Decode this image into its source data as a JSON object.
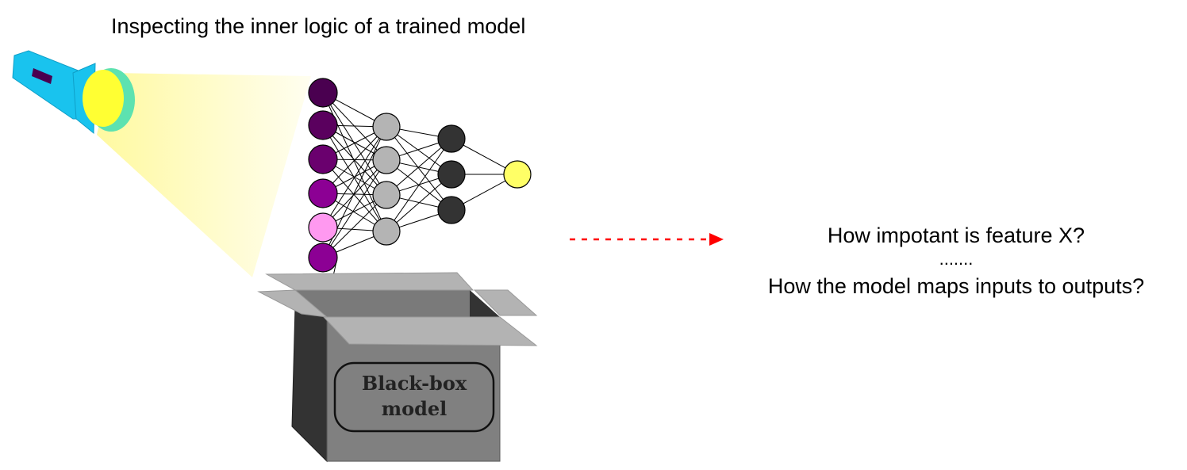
{
  "title": "Inspecting the inner logic of a trained model",
  "box_label_line1": "Black-box",
  "box_label_line2": "model",
  "questions": {
    "q1": "How impotant is feature X?",
    "dots": ".......",
    "q2": "How the model maps inputs to outputs?"
  },
  "colors": {
    "arrow": "#ff0000",
    "light_beam": "#fffbb0",
    "flashlight_body": "#19c3ee",
    "flashlight_lens": "#ffff33",
    "flashlight_rim": "#5de2b0",
    "input_nodes": [
      "#4a0050",
      "#5a005e",
      "#6a006e",
      "#8c0094",
      "#ff99f0",
      "#8c0094"
    ],
    "hidden1_node": "#b4b4b4",
    "hidden2_node": "#333333",
    "output_node": "#ffff66",
    "box_front": "#808080",
    "box_side": "#333333",
    "box_flap": "#b3b3b3"
  },
  "network": {
    "layers": [
      6,
      4,
      3,
      1
    ]
  }
}
